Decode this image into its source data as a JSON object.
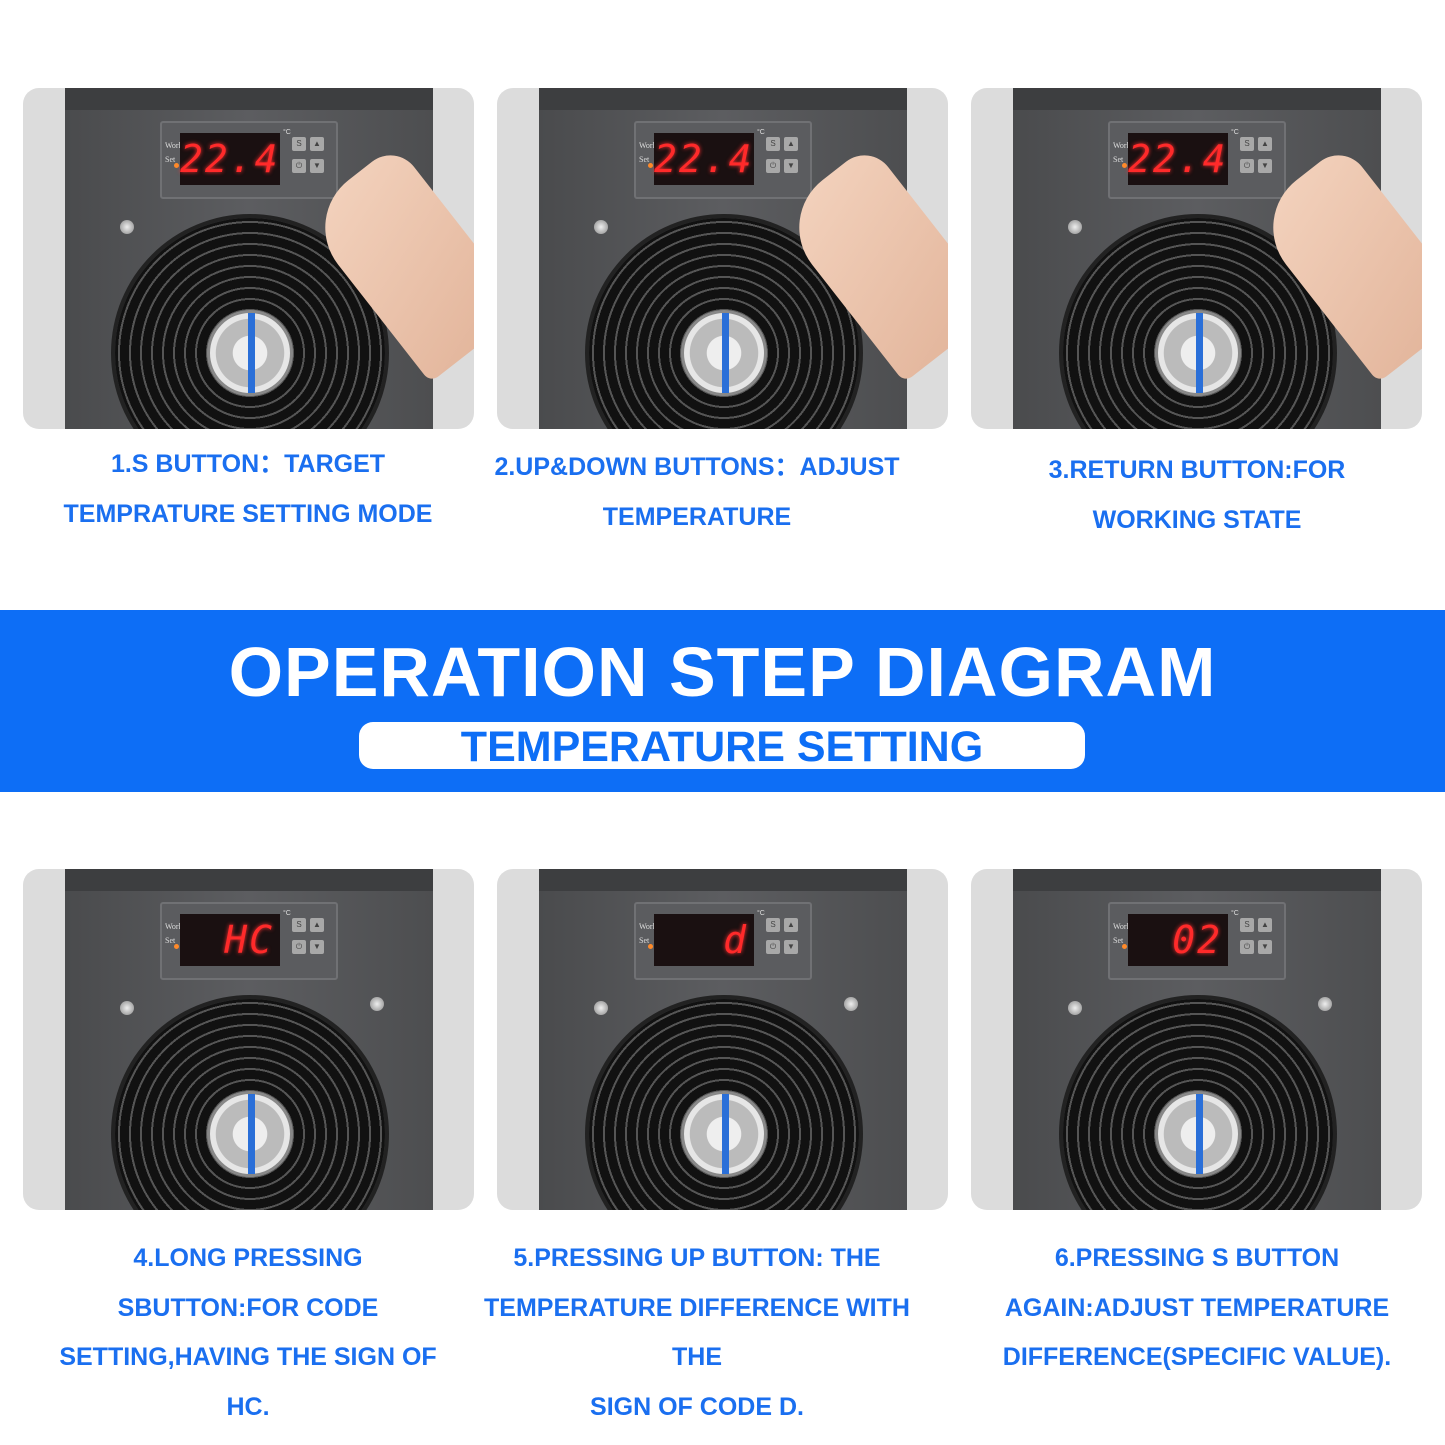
{
  "banner": {
    "title": "OPERATION STEP DIAGRAM",
    "subtitle": "TEMPERATURE SETTING"
  },
  "colors": {
    "accent": "#0d6ef6",
    "caption": "#1a6ff0",
    "display_digits": "#ff2a2a"
  },
  "device_labels": {
    "work": "Work",
    "set": "Set",
    "unit": "°C",
    "s_button": "S",
    "up_icon": "▲",
    "down_icon": "▼",
    "power_icon": "⏻"
  },
  "panels": [
    {
      "display": "22.4",
      "finger": true,
      "caption": [
        "1.S BUTTON：TARGET",
        "TEMPRATURE SETTING MODE"
      ]
    },
    {
      "display": "22.4",
      "finger": true,
      "caption": [
        "2.UP&DOWN BUTTONS：ADJUST",
        "TEMPERATURE"
      ]
    },
    {
      "display": "22.4",
      "finger": true,
      "caption": [
        "3.RETURN BUTTON:FOR",
        "WORKING STATE"
      ]
    },
    {
      "display": "HC",
      "finger": false,
      "caption": [
        "4.LONG PRESSING",
        "SBUTTON:FOR CODE",
        "SETTING,HAVING THE SIGN OF",
        "HC."
      ]
    },
    {
      "display": "d",
      "finger": false,
      "caption": [
        "5.PRESSING UP BUTTON: THE",
        "TEMPERATURE DIFFERENCE WITH THE",
        "SIGN OF CODE D."
      ]
    },
    {
      "display": "02",
      "finger": false,
      "caption": [
        "6.PRESSING S BUTTON",
        "AGAIN:ADJUST TEMPERATURE",
        "DIFFERENCE(SPECIFIC VALUE)."
      ]
    }
  ]
}
